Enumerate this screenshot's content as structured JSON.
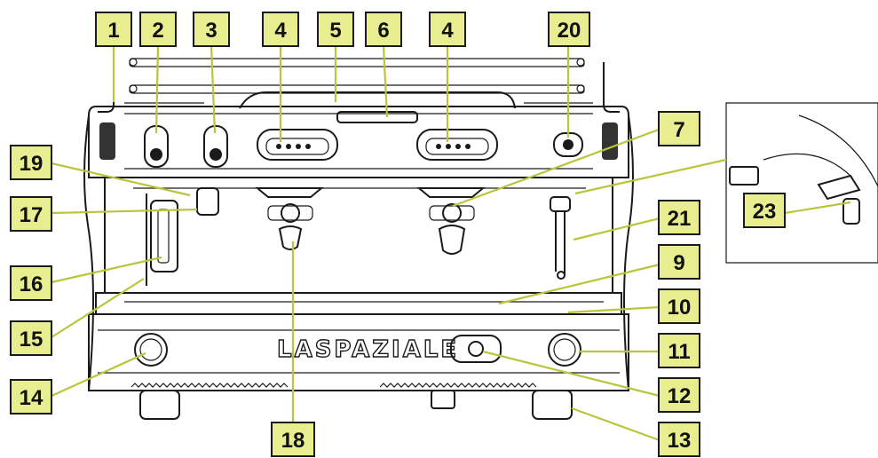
{
  "diagram": {
    "brand": "LASPAZIALE",
    "callouts": [
      {
        "id": "c1",
        "label": "1"
      },
      {
        "id": "c2",
        "label": "2"
      },
      {
        "id": "c3",
        "label": "3"
      },
      {
        "id": "c4a",
        "label": "4"
      },
      {
        "id": "c5",
        "label": "5"
      },
      {
        "id": "c6",
        "label": "6"
      },
      {
        "id": "c4b",
        "label": "4"
      },
      {
        "id": "c20",
        "label": "20"
      },
      {
        "id": "c7",
        "label": "7"
      },
      {
        "id": "c19",
        "label": "19"
      },
      {
        "id": "c17",
        "label": "17"
      },
      {
        "id": "c21",
        "label": "21"
      },
      {
        "id": "c9",
        "label": "9"
      },
      {
        "id": "c16",
        "label": "16"
      },
      {
        "id": "c10",
        "label": "10"
      },
      {
        "id": "c15",
        "label": "15"
      },
      {
        "id": "c11",
        "label": "11"
      },
      {
        "id": "c14",
        "label": "14"
      },
      {
        "id": "c12",
        "label": "12"
      },
      {
        "id": "c18",
        "label": "18"
      },
      {
        "id": "c13",
        "label": "13"
      },
      {
        "id": "c23",
        "label": "23"
      }
    ]
  },
  "colors": {
    "callout_fill": "#e8ee8f",
    "leader_line": "#b9c53a",
    "outline": "#1a1a1a"
  }
}
